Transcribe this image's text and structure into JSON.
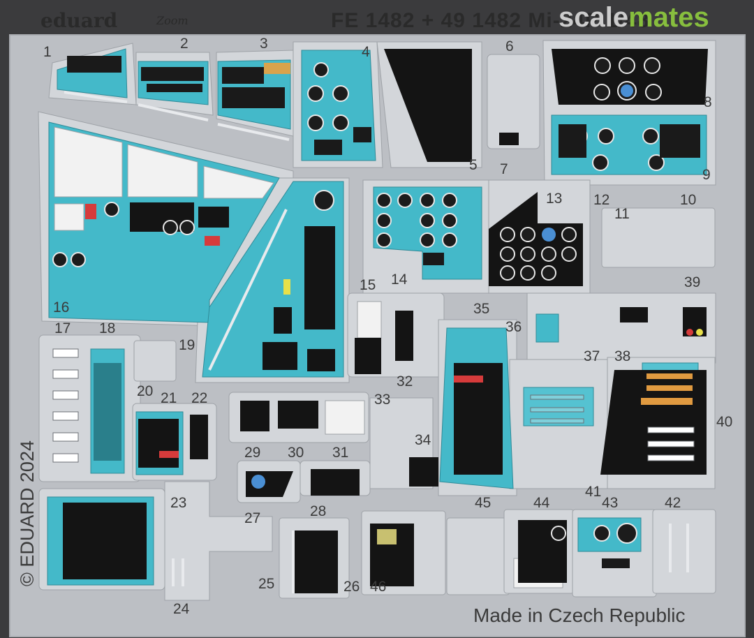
{
  "header": {
    "brand": "eduard",
    "brand_sub": "Zoom",
    "set_code": "FE 1482 + 49 1482 Mi-24P 1/48",
    "watermark_part1": "scale",
    "watermark_part2": "mates"
  },
  "copyright": "© EDUARD 2024",
  "footer": "Made in Czech Republic",
  "part_numbers": [
    "1",
    "2",
    "3",
    "4",
    "5",
    "6",
    "7",
    "8",
    "9",
    "10",
    "11",
    "12",
    "13",
    "14",
    "15",
    "16",
    "17",
    "18",
    "19",
    "20",
    "21",
    "22",
    "23",
    "24",
    "25",
    "26",
    "27",
    "28",
    "29",
    "30",
    "31",
    "32",
    "33",
    "34",
    "35",
    "36",
    "37",
    "38",
    "39",
    "40",
    "41",
    "42",
    "43",
    "44",
    "45",
    "46"
  ],
  "colors": {
    "background": "#3b3b3d",
    "fret": "#bcbfc4",
    "fret_light": "#d3d6da",
    "panel": "#44b9c9",
    "instrument": "#141414",
    "dial": "#e8e8e8"
  },
  "icons": [
    "brand-logo",
    "zoom-logo",
    "scalemates-watermark"
  ]
}
